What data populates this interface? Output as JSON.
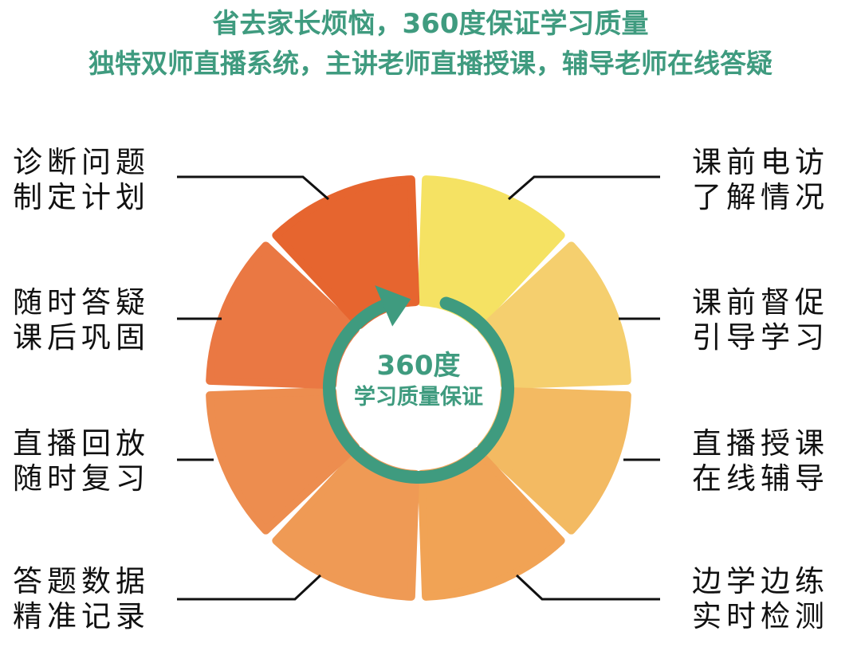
{
  "header": {
    "line1": "省去家长烦恼，360度保证学习质量",
    "line2": "独特双师直播系统，主讲老师直播授课，辅导老师在线答疑"
  },
  "center": {
    "line1": "360度",
    "line2": "学习质量保证"
  },
  "colors": {
    "accent_green": "#3f9b7f",
    "ring_arrow": "#3f9b7f",
    "leader_line": "#111111"
  },
  "segments": [
    {
      "id": "top-right",
      "color": "#f5e263"
    },
    {
      "id": "right-upper",
      "color": "#f5cf6e"
    },
    {
      "id": "right-lower",
      "color": "#f3ba62"
    },
    {
      "id": "bottom-right",
      "color": "#f1a355"
    },
    {
      "id": "bottom-left",
      "color": "#ef9a55"
    },
    {
      "id": "left-lower",
      "color": "#ed8d4f"
    },
    {
      "id": "left-upper",
      "color": "#ea7843"
    },
    {
      "id": "top-left",
      "color": "#e6652f"
    }
  ],
  "labels": {
    "left": [
      {
        "line1": "诊断问题",
        "line2": "制定计划"
      },
      {
        "line1": "随时答疑",
        "line2": "课后巩固"
      },
      {
        "line1": "直播回放",
        "line2": "随时复习"
      },
      {
        "line1": "答题数据",
        "line2": "精准记录"
      }
    ],
    "right": [
      {
        "line1": "课前电访",
        "line2": "了解情况"
      },
      {
        "line1": "课前督促",
        "line2": "引导学习"
      },
      {
        "line1": "直播授课",
        "line2": "在线辅导"
      },
      {
        "line1": "边学边练",
        "line2": "实时检测"
      }
    ]
  }
}
